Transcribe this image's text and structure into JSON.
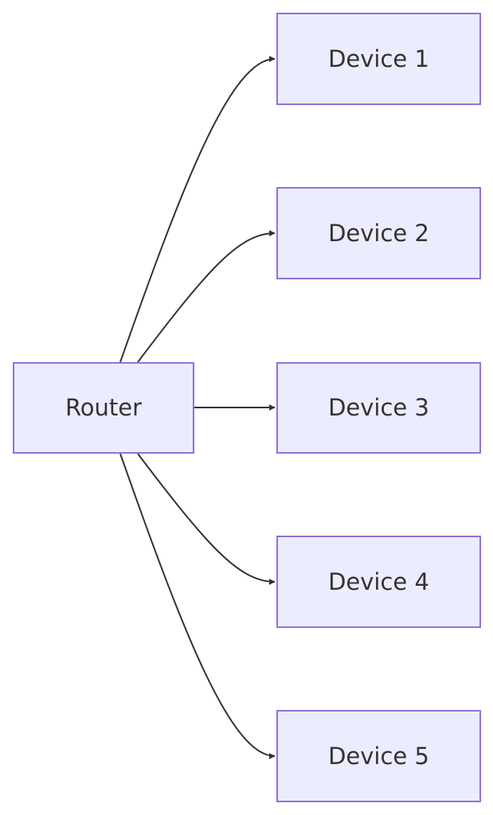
{
  "diagram": {
    "type": "flowchart",
    "direction": "left-to-right",
    "colors": {
      "node_fill": "#ECECFF",
      "node_border": "#9370DB",
      "text": "#333333",
      "edge": "#333333"
    },
    "nodes": {
      "router": {
        "label": "Router"
      },
      "device1": {
        "label": "Device 1"
      },
      "device2": {
        "label": "Device 2"
      },
      "device3": {
        "label": "Device 3"
      },
      "device4": {
        "label": "Device 4"
      },
      "device5": {
        "label": "Device 5"
      }
    },
    "edges": [
      {
        "from": "Router",
        "to": "Device 1"
      },
      {
        "from": "Router",
        "to": "Device 2"
      },
      {
        "from": "Router",
        "to": "Device 3"
      },
      {
        "from": "Router",
        "to": "Device 4"
      },
      {
        "from": "Router",
        "to": "Device 5"
      }
    ]
  }
}
